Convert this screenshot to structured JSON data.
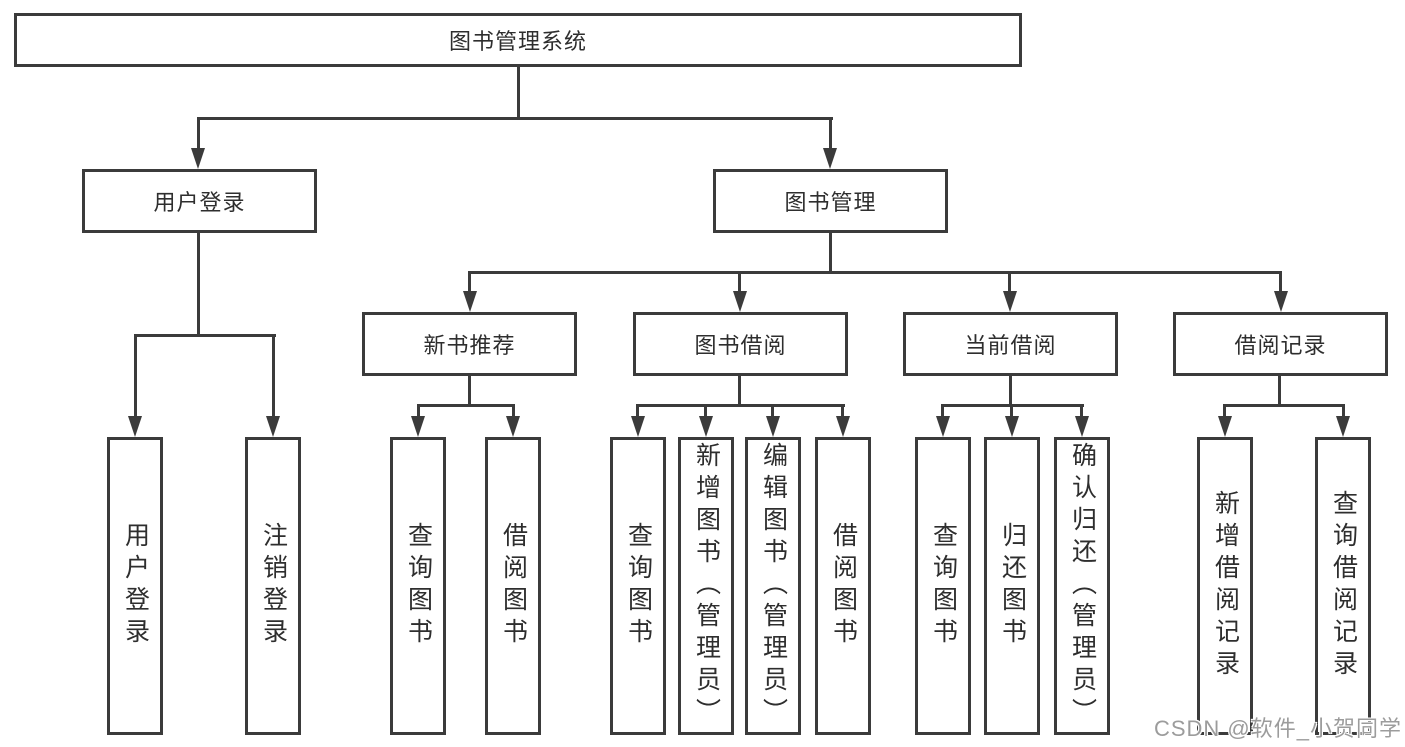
{
  "diagram": {
    "root": {
      "label": "图书管理系统"
    },
    "level2": [
      {
        "label": "用户登录"
      },
      {
        "label": "图书管理"
      }
    ],
    "level3": [
      {
        "label": "新书推荐"
      },
      {
        "label": "图书借阅"
      },
      {
        "label": "当前借阅"
      },
      {
        "label": "借阅记录"
      }
    ],
    "leaves": {
      "user_login": [
        {
          "label": "用户登录"
        },
        {
          "label": "注销登录"
        }
      ],
      "new_book": [
        {
          "label": "查询图书"
        },
        {
          "label": "借阅图书"
        }
      ],
      "book_borrow": [
        {
          "label": "查询图书"
        },
        {
          "label": "新增图书（管理员）"
        },
        {
          "label": "编辑图书（管理员）"
        },
        {
          "label": "借阅图书"
        }
      ],
      "current_borrow": [
        {
          "label": "查询图书"
        },
        {
          "label": "归还图书"
        },
        {
          "label": "确认归还（管理员）"
        }
      ],
      "borrow_record": [
        {
          "label": "新增借阅记录"
        },
        {
          "label": "查询借阅记录"
        }
      ]
    }
  },
  "watermark": {
    "text": "CSDN @软件_小贺同学"
  },
  "colors": {
    "line": "#3b3b3b",
    "text": "#2e2e2e",
    "background": "#ffffff",
    "watermark": "#9c9c9c"
  }
}
